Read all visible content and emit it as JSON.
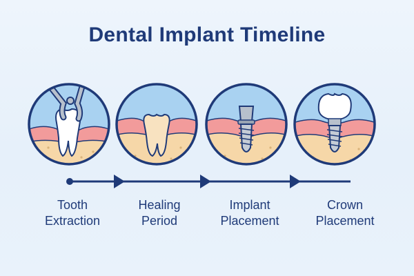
{
  "title": "Dental Implant Timeline",
  "steps": [
    {
      "line1": "Tooth",
      "line2": "Extraction",
      "icon": "tooth-extraction-icon"
    },
    {
      "line1": "Healing",
      "line2": "Period",
      "icon": "healing-tooth-icon"
    },
    {
      "line1": "Implant",
      "line2": "Placement",
      "icon": "implant-post-icon"
    },
    {
      "line1": "Crown",
      "line2": "Placement",
      "icon": "crown-implant-icon"
    }
  ],
  "colors": {
    "navy": "#1f3a78",
    "sky": "#a9d2f1",
    "gum": "#f29b9b",
    "bone": "#f6d7a8",
    "tooth": "#ffffff",
    "metal": "#b7c0cc"
  }
}
